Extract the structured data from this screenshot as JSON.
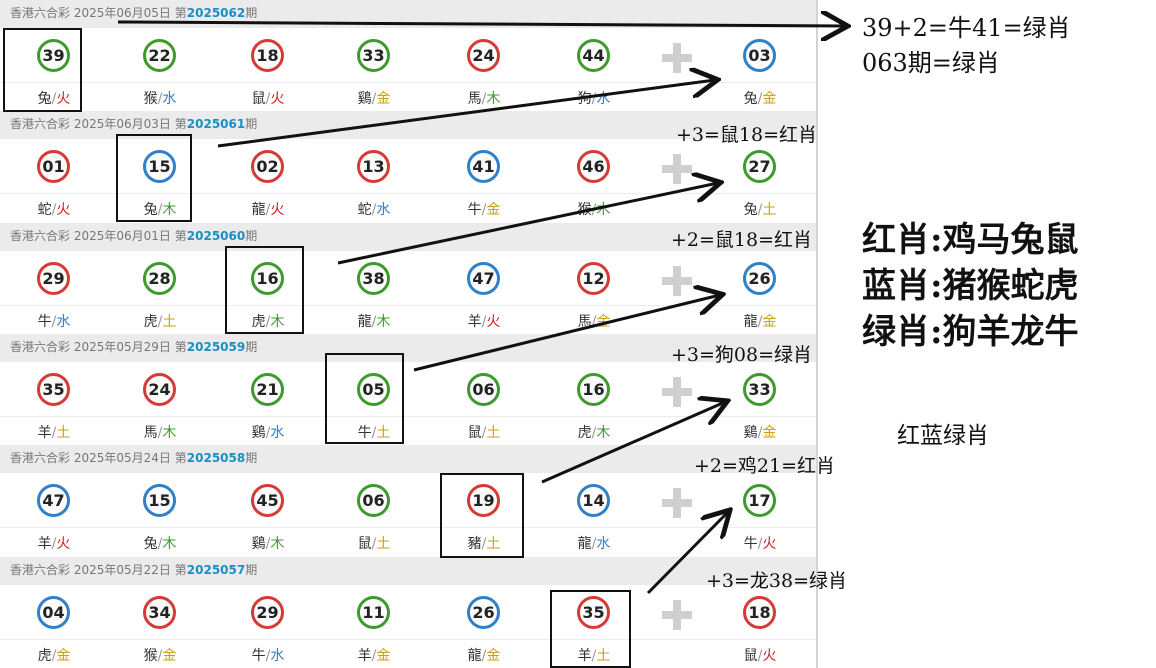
{
  "draws": [
    {
      "lottery": "香港六合彩",
      "date": "2025年06月05日",
      "prefix": "第",
      "issue": "2025062",
      "suffix": "期",
      "balls": [
        {
          "num": "39",
          "color": "green",
          "zodiac": "兔",
          "element": "火",
          "el": "fire"
        },
        {
          "num": "22",
          "color": "green",
          "zodiac": "猴",
          "element": "水",
          "el": "water"
        },
        {
          "num": "18",
          "color": "red",
          "zodiac": "鼠",
          "element": "火",
          "el": "fire"
        },
        {
          "num": "33",
          "color": "green",
          "zodiac": "鷄",
          "element": "金",
          "el": "gold"
        },
        {
          "num": "24",
          "color": "red",
          "zodiac": "馬",
          "element": "木",
          "el": "wood"
        },
        {
          "num": "44",
          "color": "green",
          "zodiac": "狗",
          "element": "水",
          "el": "water"
        }
      ],
      "special": {
        "num": "03",
        "color": "blue",
        "zodiac": "兔",
        "element": "金",
        "el": "gold"
      }
    },
    {
      "lottery": "香港六合彩",
      "date": "2025年06月03日",
      "prefix": "第",
      "issue": "2025061",
      "suffix": "期",
      "balls": [
        {
          "num": "01",
          "color": "red",
          "zodiac": "蛇",
          "element": "火",
          "el": "fire"
        },
        {
          "num": "15",
          "color": "blue",
          "zodiac": "兔",
          "element": "木",
          "el": "wood"
        },
        {
          "num": "02",
          "color": "red",
          "zodiac": "龍",
          "element": "火",
          "el": "fire"
        },
        {
          "num": "13",
          "color": "red",
          "zodiac": "蛇",
          "element": "水",
          "el": "water"
        },
        {
          "num": "41",
          "color": "blue",
          "zodiac": "牛",
          "element": "金",
          "el": "gold"
        },
        {
          "num": "46",
          "color": "red",
          "zodiac": "猴",
          "element": "木",
          "el": "wood"
        }
      ],
      "special": {
        "num": "27",
        "color": "green",
        "zodiac": "兔",
        "element": "土",
        "el": "earth"
      }
    },
    {
      "lottery": "香港六合彩",
      "date": "2025年06月01日",
      "prefix": "第",
      "issue": "2025060",
      "suffix": "期",
      "balls": [
        {
          "num": "29",
          "color": "red",
          "zodiac": "牛",
          "element": "水",
          "el": "water"
        },
        {
          "num": "28",
          "color": "green",
          "zodiac": "虎",
          "element": "土",
          "el": "earth"
        },
        {
          "num": "16",
          "color": "green",
          "zodiac": "虎",
          "element": "木",
          "el": "wood"
        },
        {
          "num": "38",
          "color": "green",
          "zodiac": "龍",
          "element": "木",
          "el": "wood"
        },
        {
          "num": "47",
          "color": "blue",
          "zodiac": "羊",
          "element": "火",
          "el": "fire"
        },
        {
          "num": "12",
          "color": "red",
          "zodiac": "馬",
          "element": "金",
          "el": "gold"
        }
      ],
      "special": {
        "num": "26",
        "color": "blue",
        "zodiac": "龍",
        "element": "金",
        "el": "gold"
      }
    },
    {
      "lottery": "香港六合彩",
      "date": "2025年05月29日",
      "prefix": "第",
      "issue": "2025059",
      "suffix": "期",
      "balls": [
        {
          "num": "35",
          "color": "red",
          "zodiac": "羊",
          "element": "土",
          "el": "earth"
        },
        {
          "num": "24",
          "color": "red",
          "zodiac": "馬",
          "element": "木",
          "el": "wood"
        },
        {
          "num": "21",
          "color": "green",
          "zodiac": "鷄",
          "element": "水",
          "el": "water"
        },
        {
          "num": "05",
          "color": "green",
          "zodiac": "牛",
          "element": "土",
          "el": "earth"
        },
        {
          "num": "06",
          "color": "green",
          "zodiac": "鼠",
          "element": "土",
          "el": "earth"
        },
        {
          "num": "16",
          "color": "green",
          "zodiac": "虎",
          "element": "木",
          "el": "wood"
        }
      ],
      "special": {
        "num": "33",
        "color": "green",
        "zodiac": "鷄",
        "element": "金",
        "el": "gold"
      }
    },
    {
      "lottery": "香港六合彩",
      "date": "2025年05月24日",
      "prefix": "第",
      "issue": "2025058",
      "suffix": "期",
      "balls": [
        {
          "num": "47",
          "color": "blue",
          "zodiac": "羊",
          "element": "火",
          "el": "fire"
        },
        {
          "num": "15",
          "color": "blue",
          "zodiac": "兔",
          "element": "木",
          "el": "wood"
        },
        {
          "num": "45",
          "color": "red",
          "zodiac": "鷄",
          "element": "木",
          "el": "wood"
        },
        {
          "num": "06",
          "color": "green",
          "zodiac": "鼠",
          "element": "土",
          "el": "earth"
        },
        {
          "num": "19",
          "color": "red",
          "zodiac": "豬",
          "element": "土",
          "el": "earth"
        },
        {
          "num": "14",
          "color": "blue",
          "zodiac": "龍",
          "element": "水",
          "el": "water"
        }
      ],
      "special": {
        "num": "17",
        "color": "green",
        "zodiac": "牛",
        "element": "火",
        "el": "fire"
      }
    },
    {
      "lottery": "香港六合彩",
      "date": "2025年05月22日",
      "prefix": "第",
      "issue": "2025057",
      "suffix": "期",
      "balls": [
        {
          "num": "04",
          "color": "blue",
          "zodiac": "虎",
          "element": "金",
          "el": "gold"
        },
        {
          "num": "34",
          "color": "red",
          "zodiac": "猴",
          "element": "金",
          "el": "gold"
        },
        {
          "num": "29",
          "color": "red",
          "zodiac": "牛",
          "element": "水",
          "el": "water"
        },
        {
          "num": "11",
          "color": "green",
          "zodiac": "羊",
          "element": "金",
          "el": "gold"
        },
        {
          "num": "26",
          "color": "blue",
          "zodiac": "龍",
          "element": "金",
          "el": "gold"
        },
        {
          "num": "35",
          "color": "red",
          "zodiac": "羊",
          "element": "土",
          "el": "earth"
        }
      ],
      "special": {
        "num": "18",
        "color": "red",
        "zodiac": "鼠",
        "element": "火",
        "el": "fire"
      }
    }
  ],
  "sep": "/",
  "annotations": {
    "a1_line1": "39+2=牛41=绿肖",
    "a1_line2": "063期=绿肖",
    "a2": "+3=鼠18=红肖",
    "a3": "+2=鼠18=红肖",
    "a4": "+3=狗08=绿肖",
    "a5": "+2=鸡21=红肖",
    "a6": "+3=龙38=绿肖",
    "legend_red": "红肖:鸡马兔鼠",
    "legend_blue": "蓝肖:猪猴蛇虎",
    "legend_green": "绿肖:狗羊龙牛",
    "caption": "红蓝绿肖"
  }
}
